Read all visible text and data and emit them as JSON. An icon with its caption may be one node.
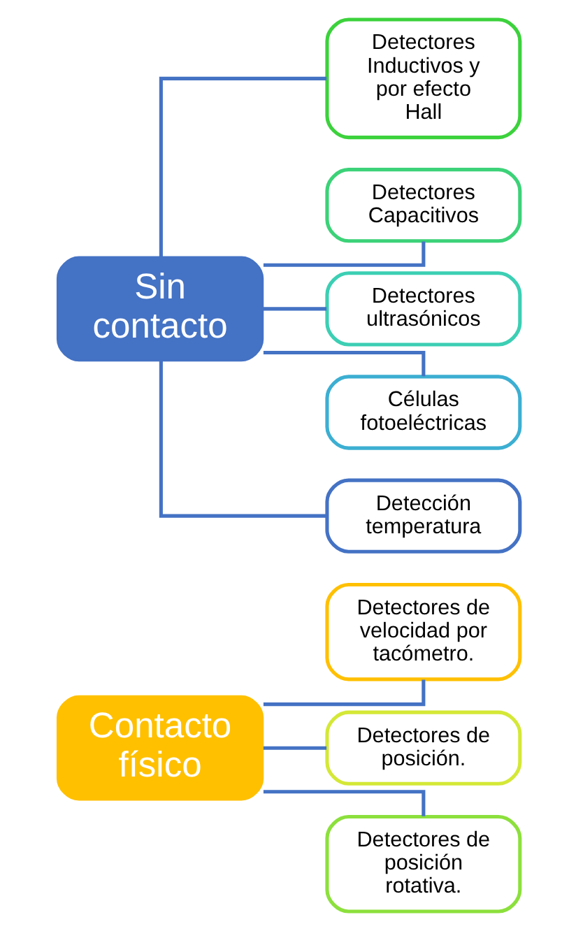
{
  "diagram": {
    "nodes": [
      {
        "text": [
          "Contacto físico"
        ]
      },
      {
        "text": [
          "Detectores de velocidad por tacómetro."
        ]
      },
      {
        "text": [
          "Detectores de posición."
        ]
      },
      {
        "text": [
          "Detectores de posición rotativa."
        ]
      },
      {
        "text": [
          "Sin contacto"
        ]
      },
      {
        "text": [
          "Detectores Inductivos y por efecto Hall"
        ]
      },
      {
        "text": [
          "Detectores Capacitivos"
        ]
      },
      {
        "text": [
          "Detectores ultrasónicos"
        ]
      },
      {
        "text": [
          "Células fotoeléctricas"
        ]
      },
      {
        "text": [
          "Detección temperatura"
        ]
      }
    ],
    "edges": [
      {
        "from": 0,
        "to": 1,
        "arrow": "none"
      },
      {
        "from": 0,
        "to": 2,
        "arrow": "none"
      },
      {
        "from": 0,
        "to": 3,
        "arrow": "none"
      },
      {
        "from": 4,
        "to": 5,
        "arrow": "none"
      },
      {
        "from": 4,
        "to": 6,
        "arrow": "none"
      },
      {
        "from": 4,
        "to": 7,
        "arrow": "none"
      },
      {
        "from": 4,
        "to": 8,
        "arrow": "none"
      },
      {
        "from": 4,
        "to": 9,
        "arrow": "none"
      }
    ]
  }
}
